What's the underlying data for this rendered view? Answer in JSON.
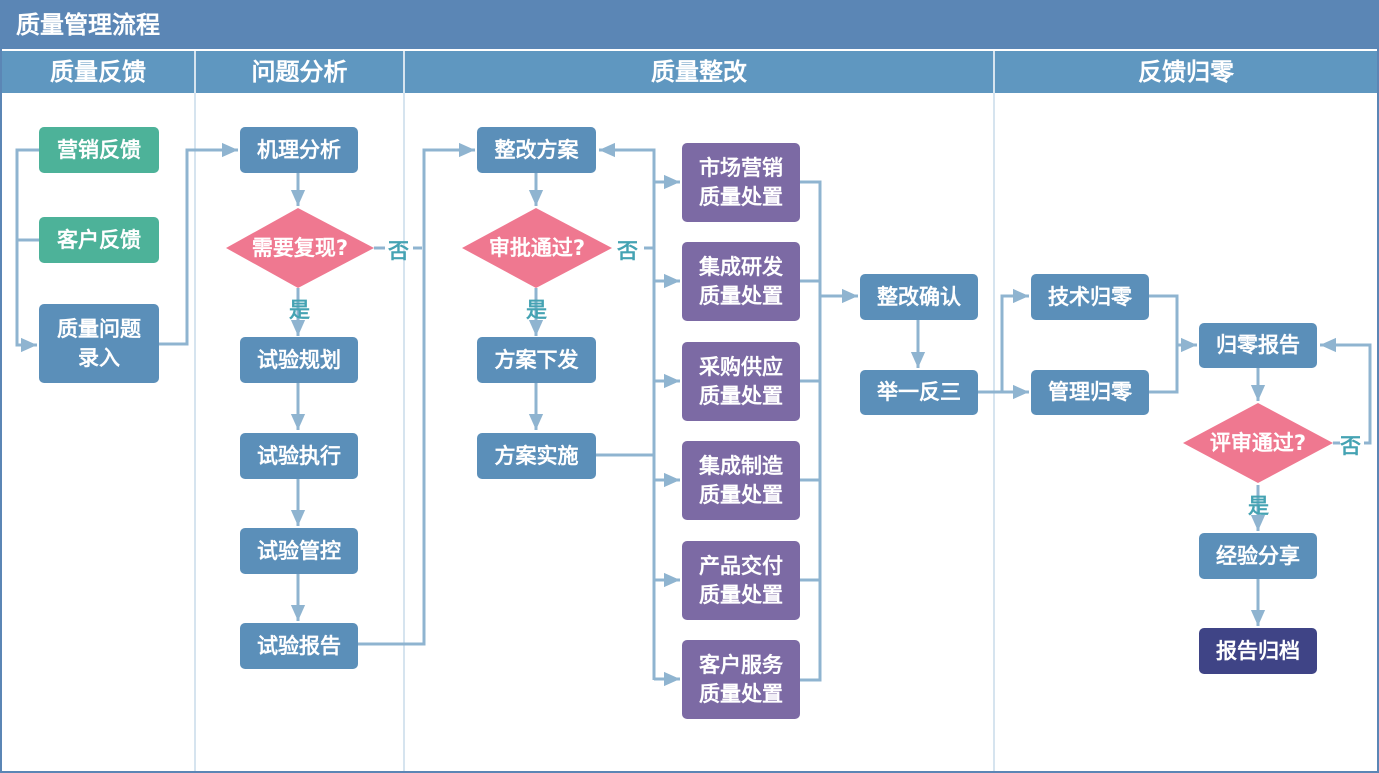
{
  "title": "质量管理流程",
  "lanes": [
    "质量反馈",
    "问题分析",
    "质量整改",
    "反馈归零"
  ],
  "nodes": {
    "marketing_feedback": "营销反馈",
    "customer_feedback": "客户反馈",
    "quality_issue_entry": "质量问题\n录入",
    "mechanism_analysis": "机理分析",
    "need_reproduce": "需要复现?",
    "test_planning": "试验规划",
    "test_execution": "试验执行",
    "test_control": "试验管控",
    "test_report": "试验报告",
    "rectification_plan": "整改方案",
    "approval_passed": "审批通过?",
    "plan_issue": "方案下发",
    "plan_implementation": "方案实施",
    "market_marketing": "市场营销\n质量处置",
    "integrated_rd": "集成研发\n质量处置",
    "procurement_supply": "采购供应\n质量处置",
    "integrated_manufacturing": "集成制造\n质量处置",
    "product_delivery": "产品交付\n质量处置",
    "customer_service": "客户服务\n质量处置",
    "rectification_confirm": "整改确认",
    "draw_inferences": "举一反三",
    "technical_zero": "技术归零",
    "management_zero": "管理归零",
    "zero_report": "归零报告",
    "review_passed": "评审通过?",
    "experience_share": "经验分享",
    "report_archive": "报告归档"
  },
  "labels": {
    "yes": "是",
    "no": "否"
  }
}
